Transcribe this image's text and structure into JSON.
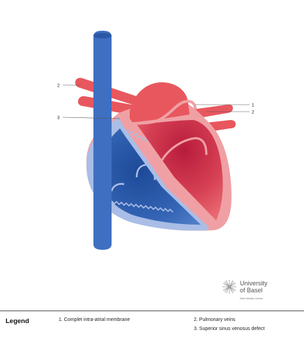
{
  "callouts": {
    "left_top": "2",
    "left_mid": "3",
    "right_top": "1",
    "right_mid": "2"
  },
  "logo": {
    "name_line1": "University",
    "name_line2": "of Basel",
    "sub": "New Media Center"
  },
  "legend": {
    "title": "Legend",
    "items": [
      "1. Complet intra-atrial membrane",
      "2. Pulmonary veins",
      "3. Superior sinus venosus defect"
    ]
  },
  "colors": {
    "red": "#e8575e",
    "red_light": "#f0a0a4",
    "blue": "#3f6fc1",
    "blue_light": "#a9bde6"
  }
}
